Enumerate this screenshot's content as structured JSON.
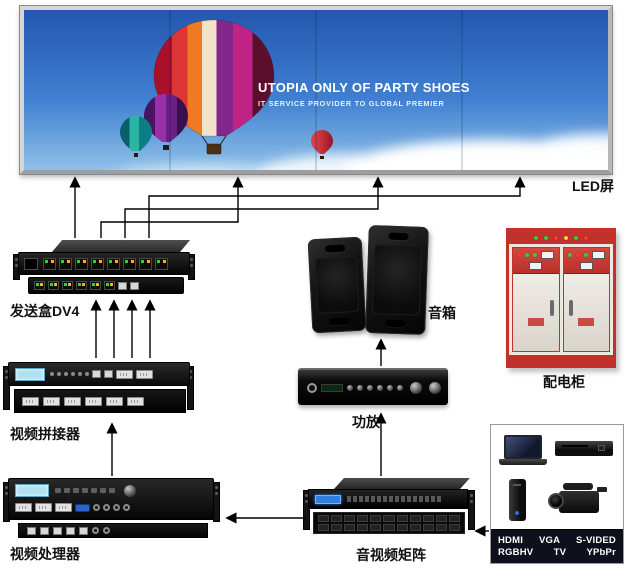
{
  "colors": {
    "cabinet_red": "#c3312c",
    "lcd_blue": "#aee2f2",
    "strip_bg": "#10101c",
    "lamp_green": "#35d13c",
    "lamp_red": "#ff3b30",
    "arrow": "#000000"
  },
  "screen": {
    "label": "LED屏",
    "banner_line1": "UTOPIA ONLY OF PARTY SHOES",
    "banner_line2": "IT SERVICE PROVIDER TO GLOBAL PREMIER"
  },
  "devices": {
    "sender": {
      "label": "发送盒DV4"
    },
    "splicer": {
      "label": "视频拼接器"
    },
    "processor": {
      "label": "视频处理器"
    },
    "speakers": {
      "label": "音箱"
    },
    "amplifier": {
      "label": "功放"
    },
    "cabinet": {
      "label": "配电柜"
    },
    "matrix": {
      "label": "音视频矩阵"
    }
  },
  "sources": {
    "signals": [
      "HDMI",
      "VGA",
      "S-VIDED",
      "RGBHV",
      "TV",
      "YPbPr"
    ]
  }
}
